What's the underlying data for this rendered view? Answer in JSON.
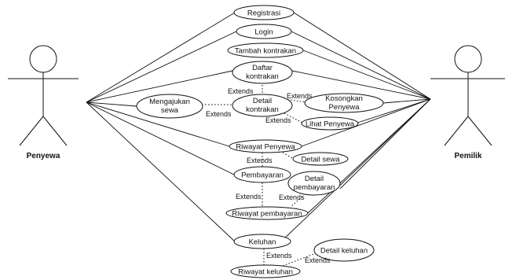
{
  "actors": {
    "left": "Penyewa",
    "right": "Pemilik"
  },
  "use_cases": {
    "registrasi": "Registrasi",
    "login": "Login",
    "tambah_kontrakan": "Tambah kontrakan",
    "daftar_kontrakan": [
      "Daftar",
      "kontrakan"
    ],
    "detail_kontrakan": [
      "Detail",
      "kontrakan"
    ],
    "mengajukan_sewa": [
      "Mengajukan",
      "sewa"
    ],
    "kosongkan_penyewa": [
      "Kosongkan",
      "Penyewa"
    ],
    "lihat_penyewa": "Lihat Penyewa",
    "riwayat_penyewa": "Riwayat Penyewa",
    "detail_sewa": "Detail sewa",
    "pembayaran": "Pembayaran",
    "detail_pembayaran": [
      "Detail",
      "pembayaran"
    ],
    "riwayat_pembayaran": "Riwayat pembayaran",
    "keluhan": "Keluhan",
    "detail_keluhan": "Detail keluhan",
    "riwayat_keluhan": "Riwayat keluhan"
  },
  "relation_label": "Extends"
}
